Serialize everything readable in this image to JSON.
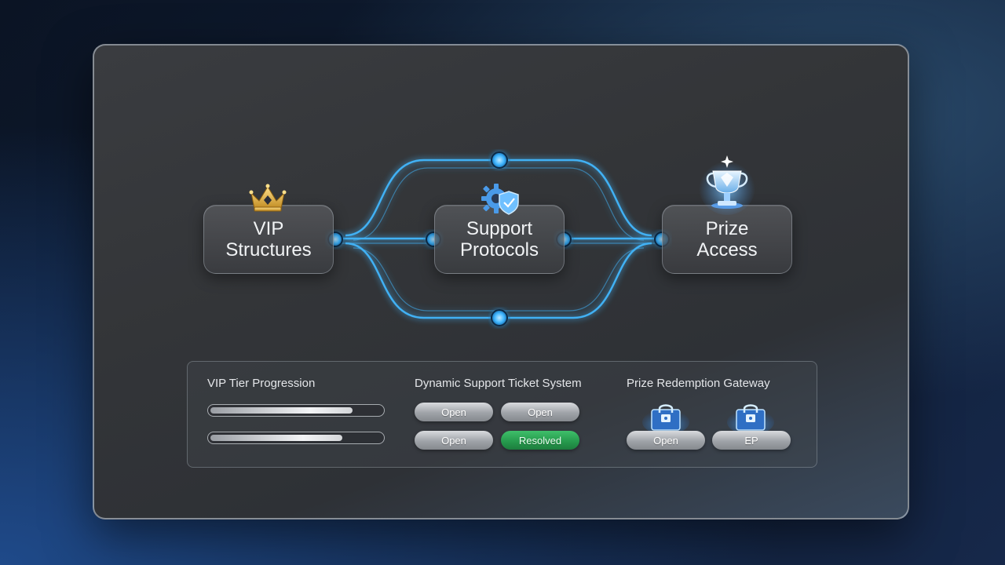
{
  "colors": {
    "accent_glow": "#3fb6ff",
    "resolved_green": "#25984c",
    "crown_gold": "#e0b040"
  },
  "flow": {
    "nodes": [
      {
        "id": "vip",
        "label": "VIP\nStructures",
        "icon": "crown-icon"
      },
      {
        "id": "support",
        "label": "Support\nProtocols",
        "icon": "gear-shield-icon"
      },
      {
        "id": "prize",
        "label": "Prize\nAccess",
        "icon": "trophy-icon"
      }
    ]
  },
  "dashboard": {
    "vip_tier": {
      "title": "VIP Tier Progression",
      "progress": [
        0.83,
        0.77
      ]
    },
    "tickets": {
      "title": "Dynamic Support Ticket System",
      "items": [
        {
          "label": "Open",
          "status": "open"
        },
        {
          "label": "Open",
          "status": "open"
        },
        {
          "label": "Open",
          "status": "open"
        },
        {
          "label": "Resolved",
          "status": "resolved"
        }
      ]
    },
    "prizes": {
      "title": "Prize Redemption Gateway",
      "items": [
        {
          "label": "Open",
          "icon": "lock-chest-icon"
        },
        {
          "label": "EP",
          "icon": "lock-chest-icon"
        }
      ]
    }
  }
}
